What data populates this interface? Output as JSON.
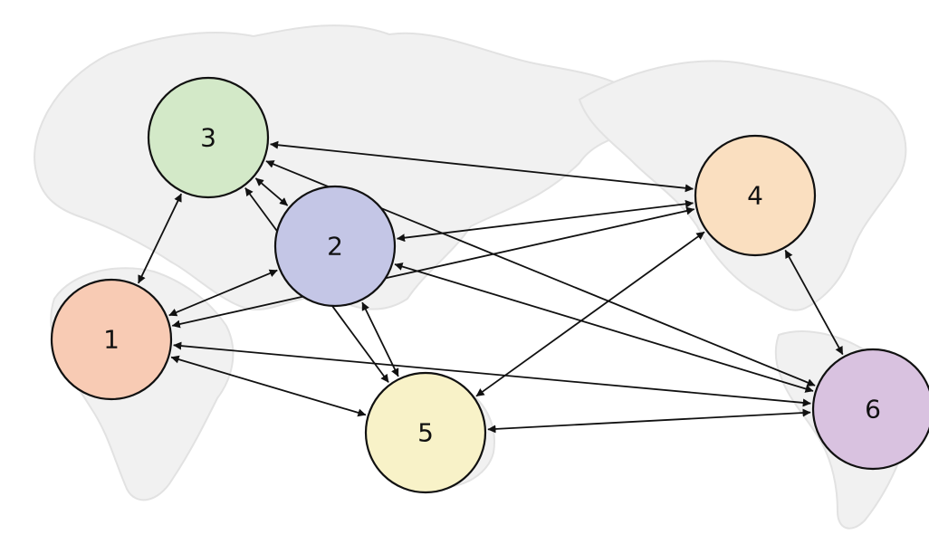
{
  "background": {
    "kind": "faded world map (Pacific-centered)",
    "fill": "#f1f1f1",
    "outline": "#e2e2e2"
  },
  "nodes": [
    {
      "id": 1,
      "label": "1",
      "fill": "#f8cbb4"
    },
    {
      "id": 2,
      "label": "2",
      "fill": "#c4c6e6"
    },
    {
      "id": 3,
      "label": "3",
      "fill": "#d3e9c8"
    },
    {
      "id": 4,
      "label": "4",
      "fill": "#fadfc0"
    },
    {
      "id": 5,
      "label": "5",
      "fill": "#f8f2c8"
    },
    {
      "id": 6,
      "label": "6",
      "fill": "#d9c2e0"
    }
  ],
  "edges": [
    {
      "a": 1,
      "b": 3
    },
    {
      "a": 1,
      "b": 2
    },
    {
      "a": 1,
      "b": 4
    },
    {
      "a": 1,
      "b": 6
    },
    {
      "a": 1,
      "b": 5
    },
    {
      "a": 3,
      "b": 2
    },
    {
      "a": 3,
      "b": 4
    },
    {
      "a": 3,
      "b": 6
    },
    {
      "a": 3,
      "b": 5
    },
    {
      "a": 2,
      "b": 4
    },
    {
      "a": 2,
      "b": 5
    },
    {
      "a": 2,
      "b": 6
    },
    {
      "a": 4,
      "b": 5
    },
    {
      "a": 4,
      "b": 6
    },
    {
      "a": 5,
      "b": 6
    }
  ],
  "edge_style": "bidirectional arrows",
  "colors": {
    "edge": "#111111",
    "node_stroke": "#111111"
  }
}
